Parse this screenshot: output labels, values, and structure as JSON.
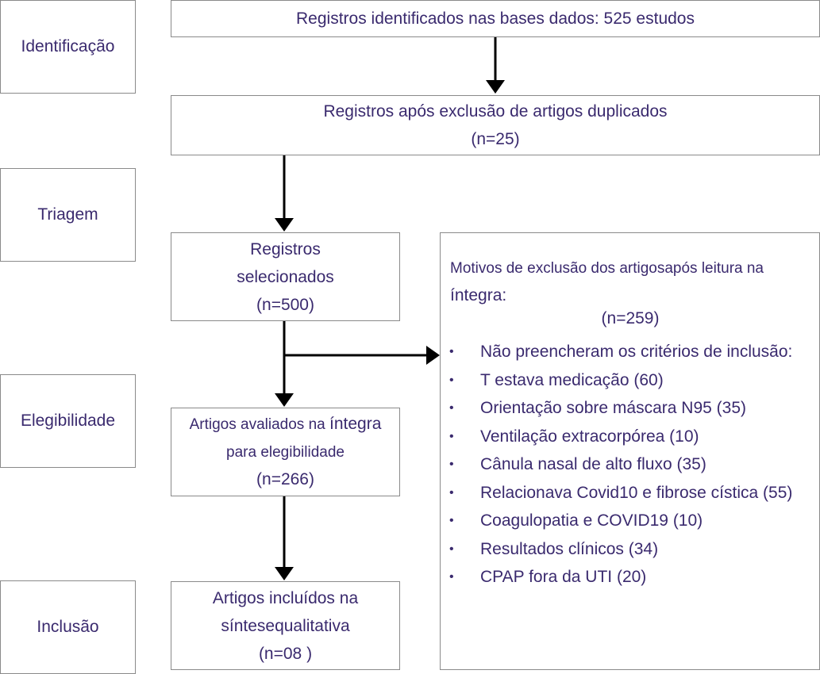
{
  "stages": {
    "identification": "Identificação",
    "screening": "Triagem",
    "eligibility": "Elegibilidade",
    "inclusion": "Inclusão"
  },
  "boxes": {
    "identified": "Registros identificados nas bases dados: 525 estudos",
    "after_duplicates_line1": "Registros após exclusão de artigos duplicados",
    "after_duplicates_line2": "(n=25)",
    "selected_line1": "Registros",
    "selected_line2": "selecionados",
    "selected_line3": "(n=500)",
    "assessed_line1_a": "Artigos avaliados na ",
    "assessed_line1_b": "íntegra",
    "assessed_line2": "para elegibilidade",
    "assessed_line3": "(n=266)",
    "included_line1": "Artigos incluídos na",
    "included_line2": "síntesequalitativa",
    "included_line3": "(n=08 )"
  },
  "exclusion": {
    "intro_a": "Motivos de exclusão dos artigosapós leitura na ",
    "intro_b": "íntegra:",
    "count": "(n=259)",
    "bullet": "•",
    "items": [
      "Não preencheram os critérios de inclusão:",
      "T estava medicação (60)",
      "Orientação sobre máscara N95 (35)",
      "Ventilação extracorpórea (10)",
      "Cânula nasal de alto fluxo (35)",
      "Relacionava Covid10 e fibrose cística (55)",
      "Coagulopatia e COVID19 (10)",
      "Resultados clínicos (34)",
      "CPAP fora da UTI (20)"
    ]
  },
  "colors": {
    "text": "#3a2a6e",
    "border": "#8a8a8a",
    "arrow": "#000000"
  }
}
